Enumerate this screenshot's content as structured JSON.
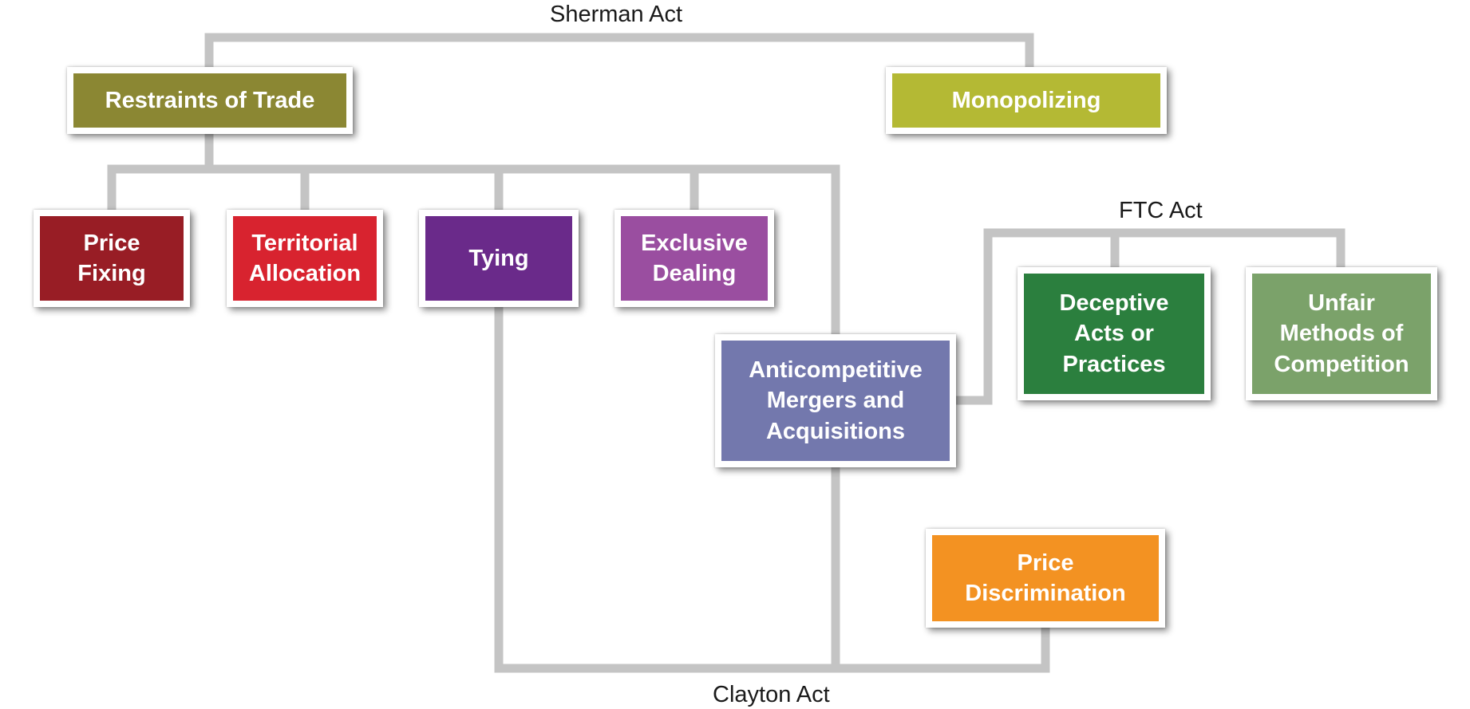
{
  "acts": {
    "sherman": "Sherman Act",
    "ftc": "FTC Act",
    "clayton": "Clayton Act"
  },
  "nodes": {
    "restraints_of_trade": {
      "label": "Restraints of Trade",
      "color": "#8b8733"
    },
    "monopolizing": {
      "label": "Monopolizing",
      "color": "#b4b934"
    },
    "price_fixing": {
      "label": "Price\nFixing",
      "color": "#981d25"
    },
    "territorial_allocation": {
      "label": "Territorial\nAllocation",
      "color": "#d8232f"
    },
    "tying": {
      "label": "Tying",
      "color": "#6a2a8a"
    },
    "exclusive_dealing": {
      "label": "Exclusive\nDealing",
      "color": "#9a4ea0"
    },
    "anticompetitive_mergers": {
      "label": "Anticompetitive\nMergers and\nAcquisitions",
      "color": "#7378ad"
    },
    "deceptive_acts": {
      "label": "Deceptive\nActs or\nPractices",
      "color": "#2b7f3e"
    },
    "unfair_methods": {
      "label": "Unfair\nMethods of\nCompetition",
      "color": "#7ba26a"
    },
    "price_discrimination": {
      "label": "Price\nDiscrimination",
      "color": "#f39222"
    }
  },
  "colors": {
    "connector": "#c4c4c4",
    "node_border": "#ffffff",
    "node_text": "#ffffff"
  }
}
